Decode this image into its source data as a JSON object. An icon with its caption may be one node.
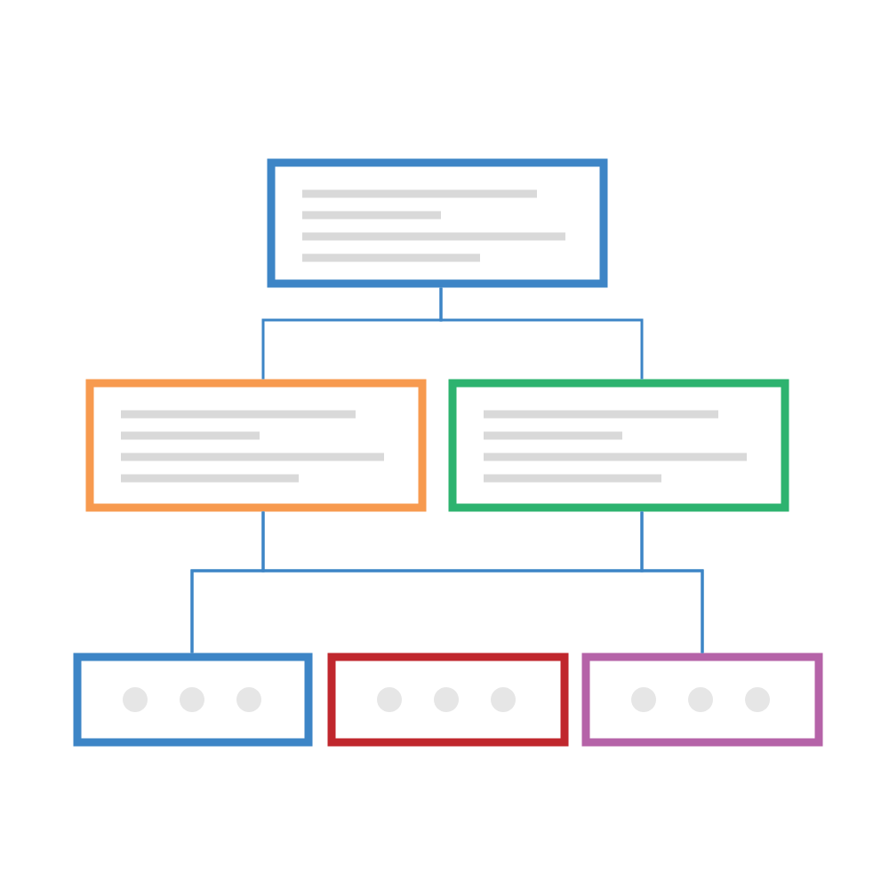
{
  "diagram": {
    "nodes": [
      {
        "text": [],
        "shape": "box"
      },
      {
        "text": [],
        "shape": "box"
      },
      {
        "text": [],
        "shape": "box"
      },
      {
        "text": [],
        "shape": "box"
      },
      {
        "text": [],
        "shape": "box"
      },
      {
        "text": [],
        "shape": "box"
      }
    ],
    "edges": [
      {
        "from": 0,
        "to": 1,
        "arrow": "none"
      },
      {
        "from": 0,
        "to": 2,
        "arrow": "none"
      },
      {
        "from": 1,
        "to": 3,
        "arrow": "none"
      },
      {
        "from": 1,
        "to": 5,
        "arrow": "none"
      },
      {
        "from": 2,
        "to": 3,
        "arrow": "none"
      },
      {
        "from": 2,
        "to": 5,
        "arrow": "none"
      }
    ]
  }
}
